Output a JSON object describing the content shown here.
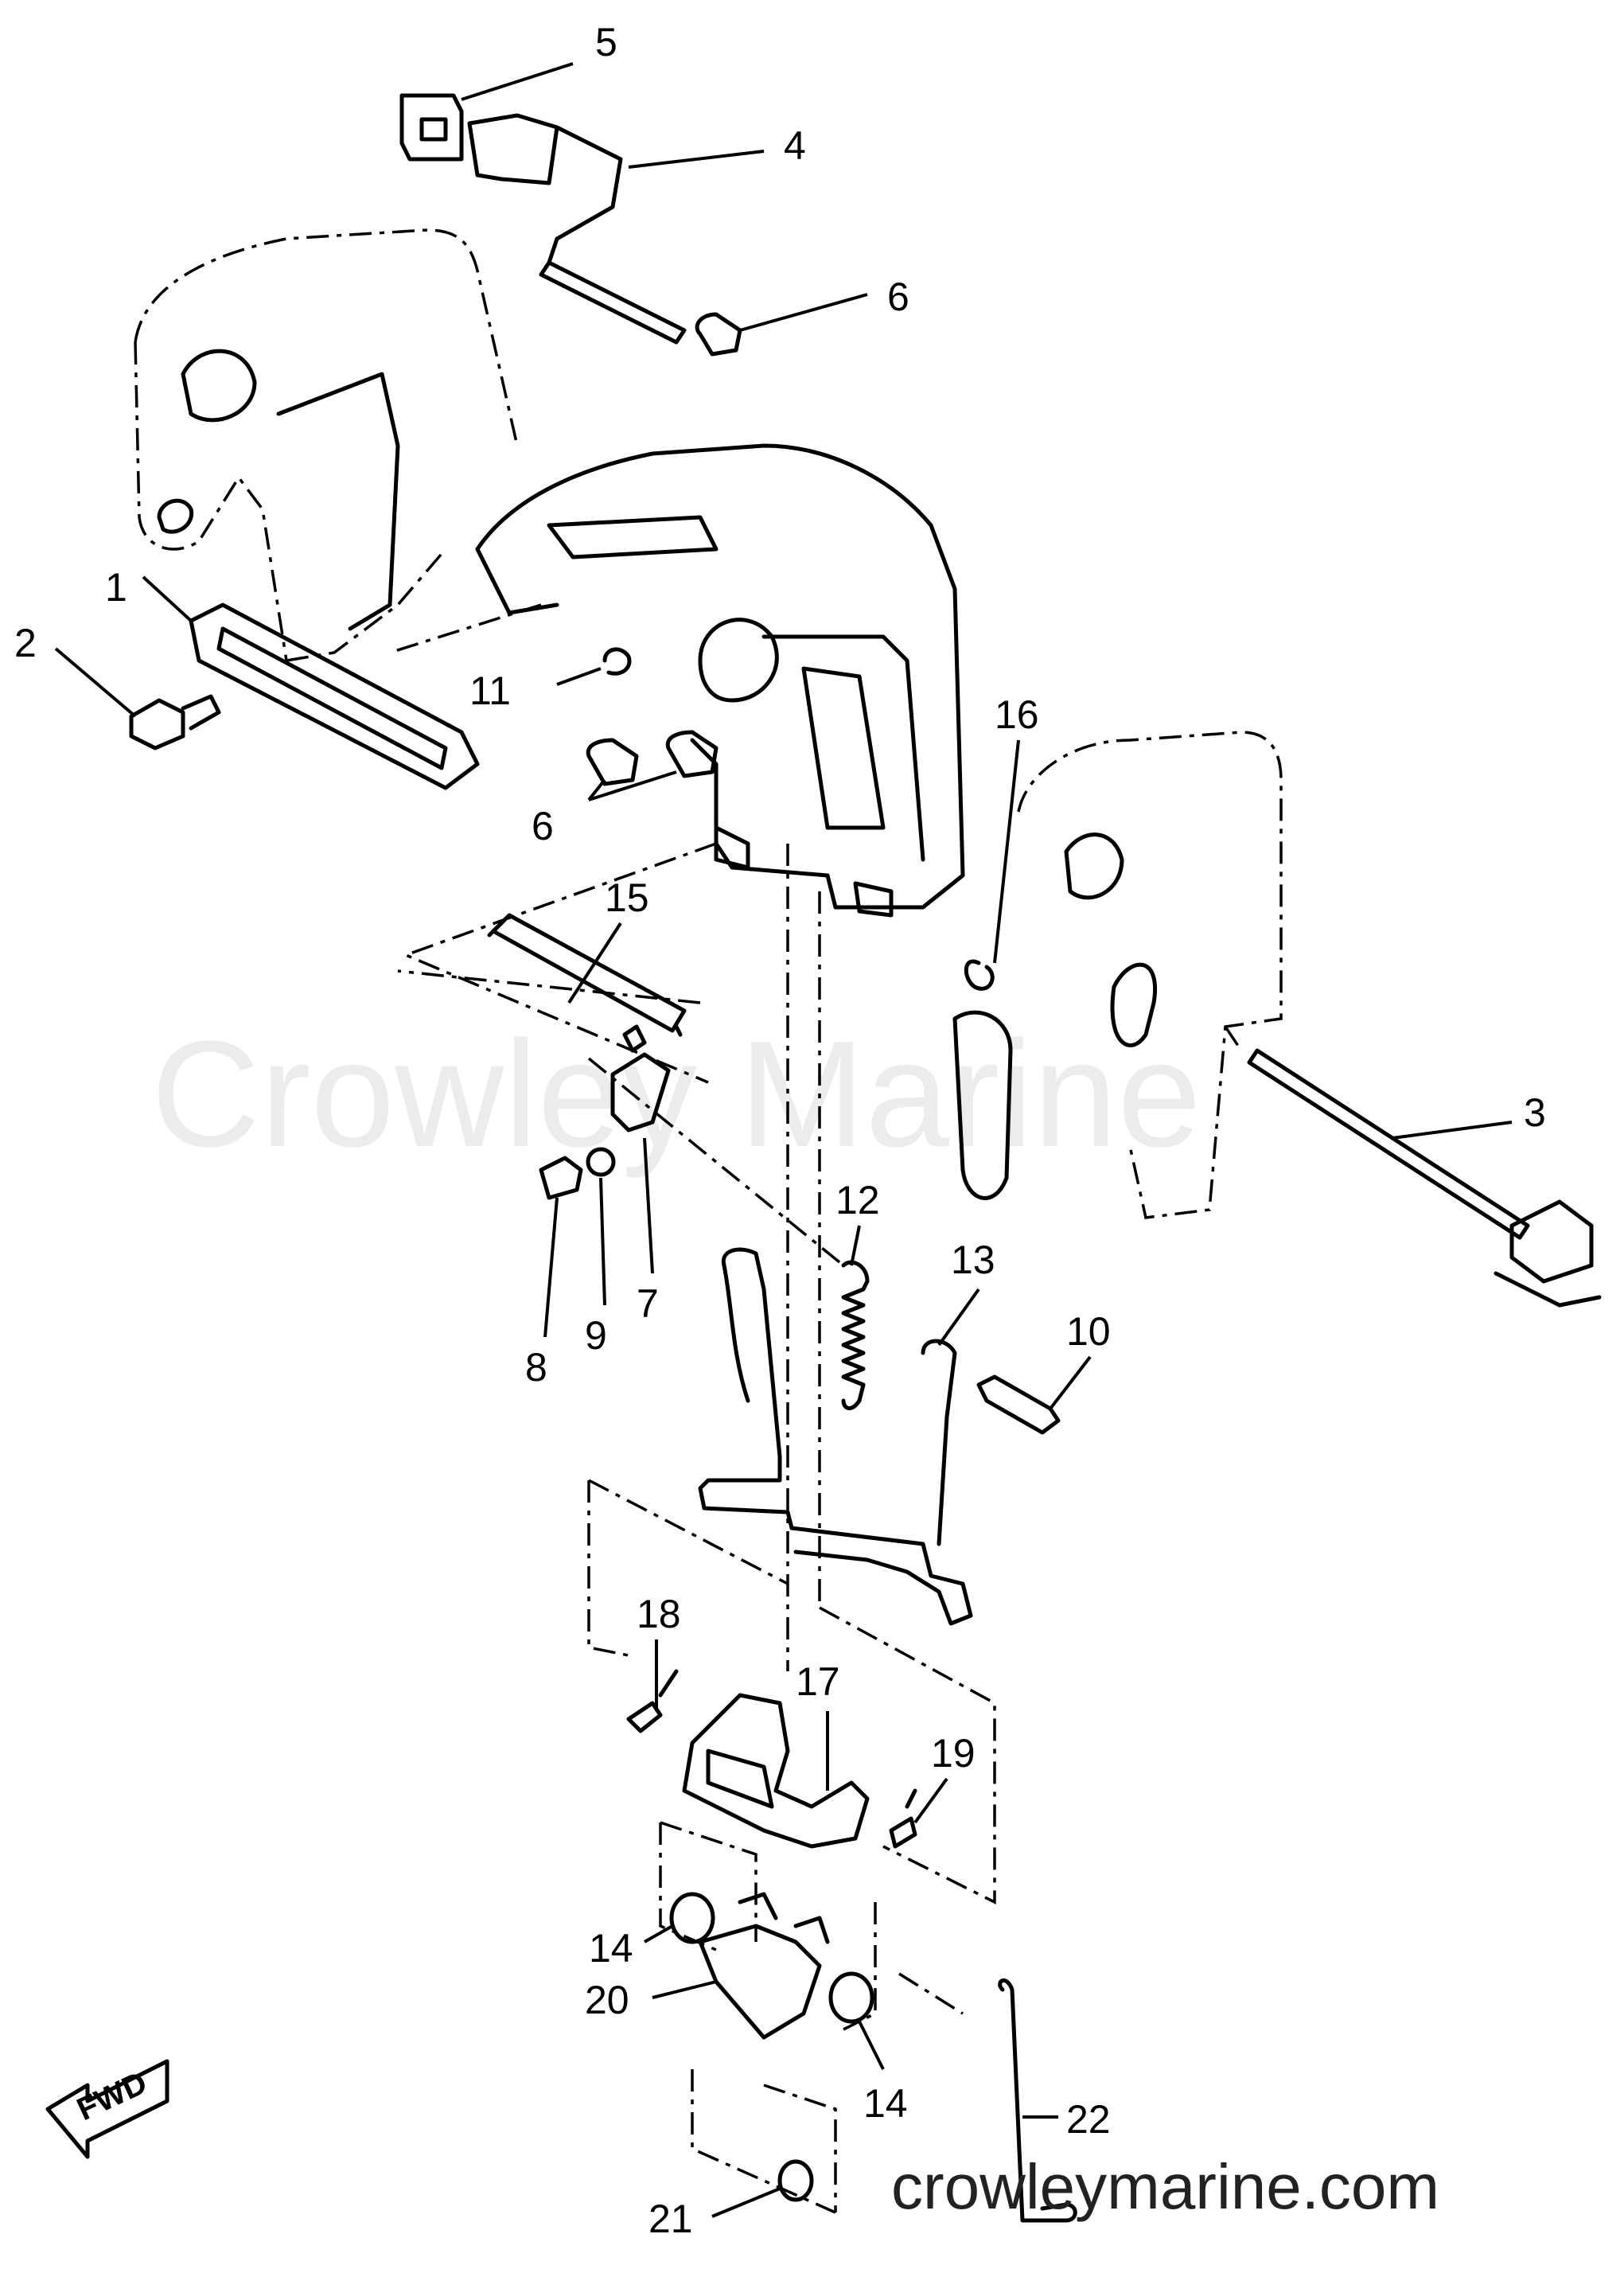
{
  "watermark": "Crowley Marine",
  "website": "crowleymarine.com",
  "direction_label": "FWD",
  "callouts": [
    "1",
    "2",
    "3",
    "4",
    "5",
    "6",
    "6",
    "7",
    "8",
    "9",
    "10",
    "11",
    "12",
    "13",
    "14",
    "14",
    "15",
    "16",
    "17",
    "18",
    "19",
    "20",
    "21",
    "22"
  ]
}
